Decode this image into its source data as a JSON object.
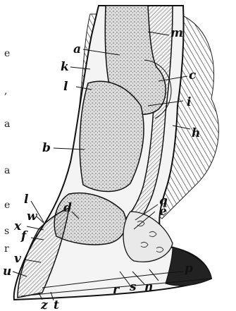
{
  "labels": {
    "a": "a",
    "b": "b",
    "c": "c",
    "d": "d",
    "e": "e",
    "f": "f",
    "h": "h",
    "i": "i",
    "k": "k",
    "l_upper": "l",
    "l_lower": "l",
    "m": "m",
    "n": "n",
    "p": "p",
    "q": "q",
    "r": "r",
    "s": "s",
    "t": "t",
    "u": "u",
    "v": "v",
    "w": "w",
    "x": "x",
    "z": "z"
  },
  "margin_text": [
    "e",
    ",",
    "a",
    "a",
    "e",
    "s",
    "r"
  ]
}
